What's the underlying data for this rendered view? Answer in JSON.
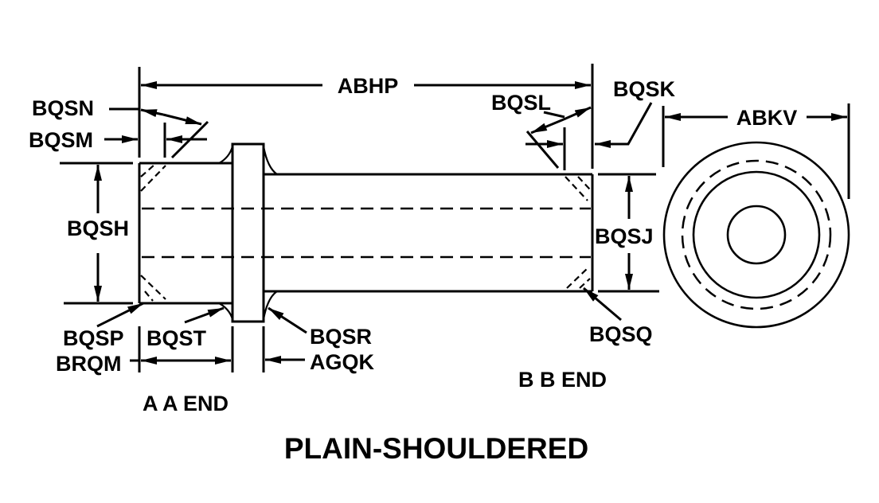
{
  "title": "PLAIN-SHOULDERED",
  "colors": {
    "ink": "#000000",
    "background": "#ffffff"
  },
  "dimension_labels": {
    "overall_length": "ABHP",
    "a_end_chamfer_angle": "BQSN",
    "a_end_chamfer_length": "BQSM",
    "a_end_outside_diameter": "BQSH",
    "a_end_chamfer_break": "BQSP",
    "a_end_length": "BRQM",
    "a_end_fillet": "BQST",
    "shoulder_fillet": "BQSR",
    "shoulder_thickness": "AGQK",
    "b_end_chamfer_angle": "BQSL",
    "b_end_chamfer_length": "BQSK",
    "b_end_outside_diameter": "BQSJ",
    "b_end_chamfer_break": "BQSQ",
    "shoulder_diameter": "ABKV"
  },
  "end_labels": {
    "a_end": "A A END",
    "b_end": "B B END"
  }
}
